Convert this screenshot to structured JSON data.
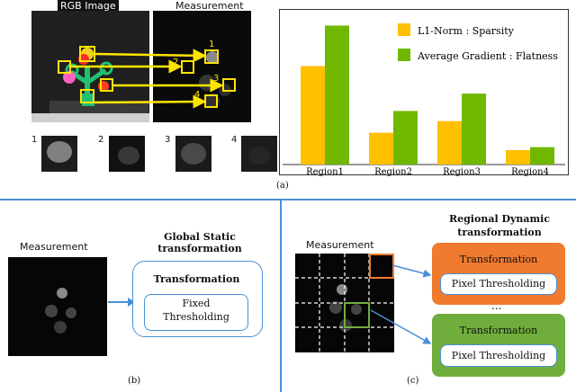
{
  "panel_a": {
    "rgb_title": "RGB Image",
    "meas_title": "Measurement",
    "region_numbers": [
      "1",
      "2",
      "3",
      "4"
    ],
    "patch_labels": [
      "1",
      "2",
      "3",
      "4"
    ],
    "caption": "(a)"
  },
  "chart_data": {
    "type": "bar",
    "categories": [
      "Region1",
      "Region2",
      "Region3",
      "Region4"
    ],
    "series": [
      {
        "name": "L1-Norm : Sparsity",
        "values": [
          0.68,
          0.22,
          0.3,
          0.1
        ],
        "color": "#ffc000"
      },
      {
        "name": "Average Gradient : Flatness",
        "values": [
          0.96,
          0.37,
          0.49,
          0.12
        ],
        "color": "#70b800"
      }
    ],
    "legend": [
      "L1-Norm : Sparsity",
      "Average Gradient : Flatness"
    ],
    "ylim": [
      0,
      1
    ],
    "legend_placement": "top-right"
  },
  "panel_b": {
    "meas_title": "Measurement",
    "global_title": "Global Static transformation",
    "transformation": "Transformation",
    "fixed": "Fixed Thresholding",
    "caption": "(b)"
  },
  "panel_c": {
    "meas_title": "Measurement",
    "regional_title": "Regional Dynamic transformation",
    "transformation_top": "Transformation",
    "pixel_top": "Pixel Thresholding",
    "ellipsis": "...",
    "transformation_bottom": "Transformation",
    "pixel_bottom": "Pixel Thresholding",
    "caption": "(c)"
  },
  "colors": {
    "divider": "#4a8fd6",
    "orange": "#f07a2e",
    "green": "#6fae3c",
    "yellow": "#ffe400"
  }
}
